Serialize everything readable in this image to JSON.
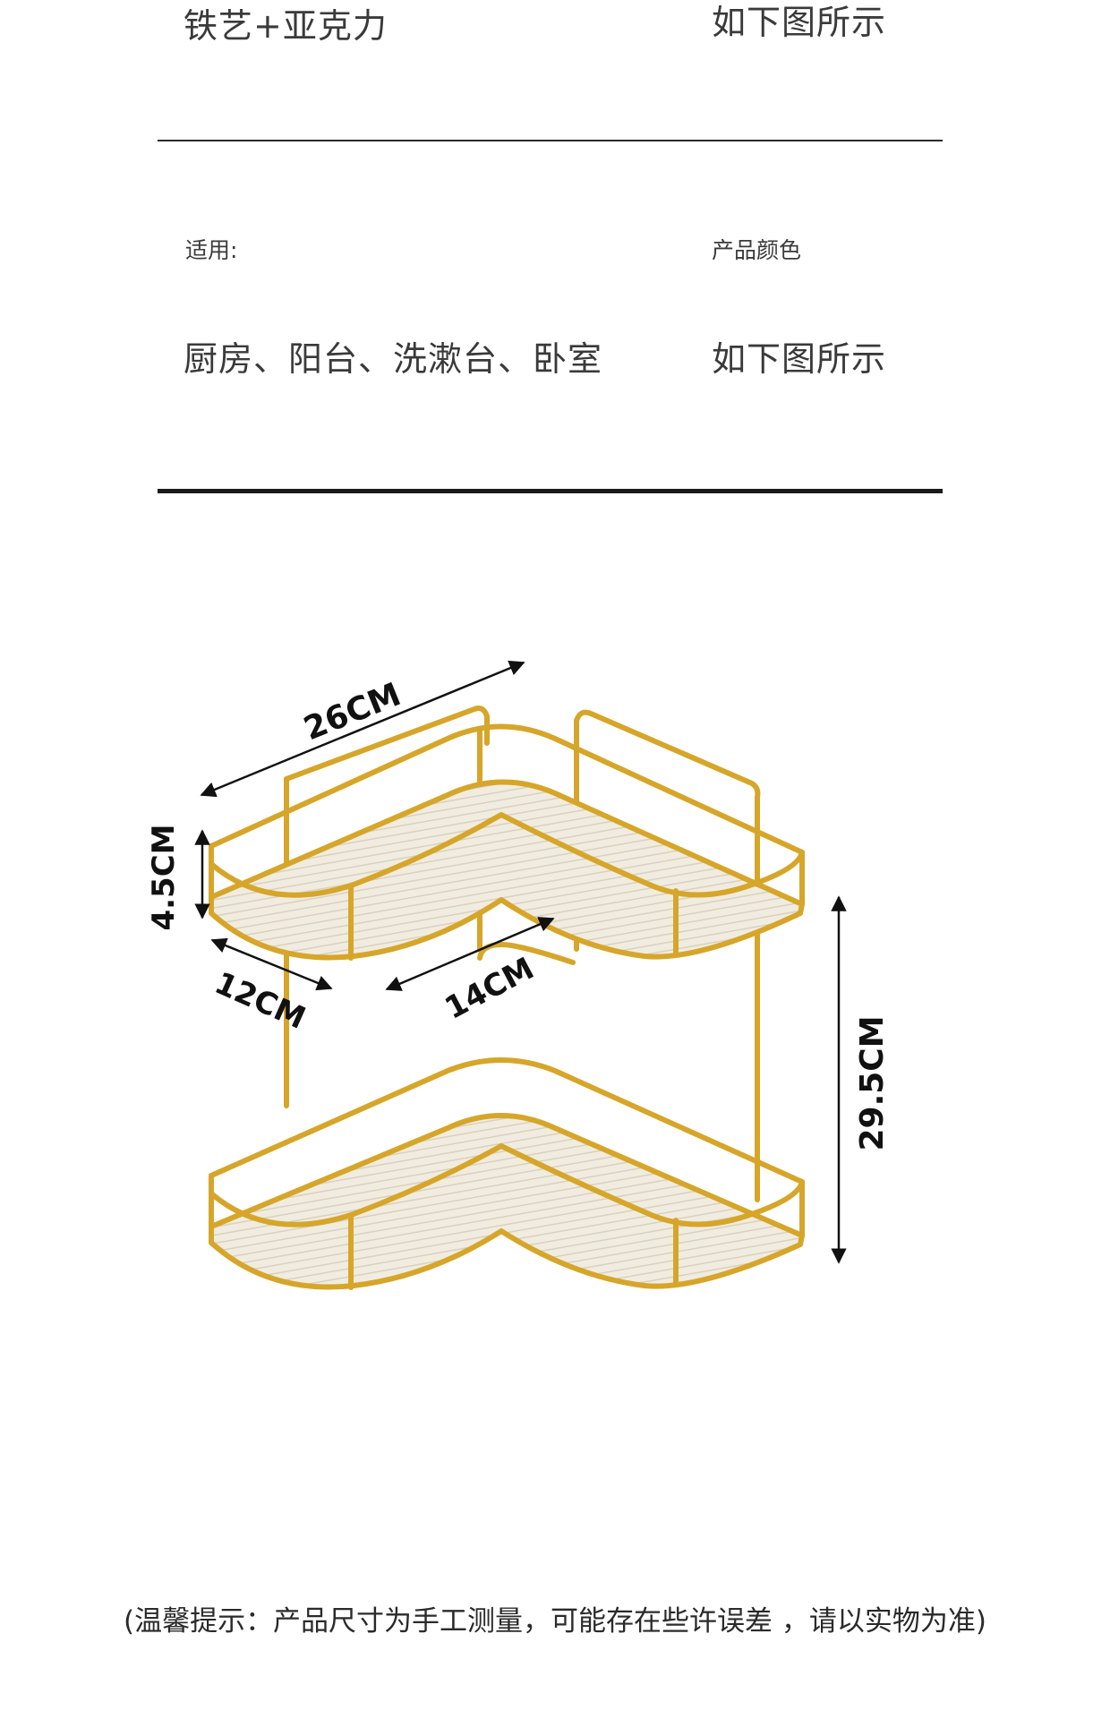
{
  "specs": {
    "row1": {
      "material_value": "铁艺+亚克力",
      "color_value": "如下图所示"
    },
    "row2": {
      "usage_label": "适用:",
      "usage_value": "厨房、阳台、洗漱台、卧室",
      "color_label": "产品颜色",
      "color_value": "如下图所示"
    }
  },
  "dimensions": {
    "width": "26CM",
    "depth": "12CM",
    "inner": "14CM",
    "rail_height": "4.5CM",
    "total_height": "29.5CM"
  },
  "colors": {
    "gold": "#d6a62a",
    "gold_light": "#f2d27a",
    "acrylic": "#efe9dc"
  },
  "note": "(温馨提示：产品尺寸为手工测量，可能存在些许误差 ，请以实物为准)"
}
